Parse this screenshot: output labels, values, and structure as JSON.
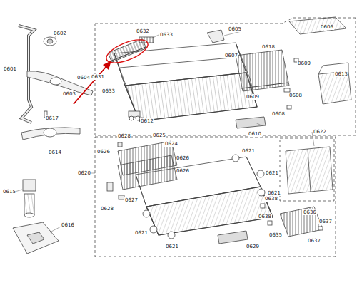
{
  "diagram": {
    "labels": [
      "0602",
      "0601",
      "0603",
      "0617",
      "0614",
      "0615",
      "0616",
      "0604",
      "0632",
      "0633",
      "0631",
      "0633",
      "0605",
      "0606",
      "0607",
      "0618",
      "0609",
      "0613",
      "0609",
      "0608",
      "0608",
      "0612",
      "0610",
      "0622",
      "0620",
      "0628",
      "0625",
      "0626",
      "0624",
      "0626",
      "0626",
      "0627",
      "0628",
      "0621",
      "0621",
      "0621",
      "0621",
      "0621",
      "0629",
      "0638",
      "0636",
      "0638",
      "0637",
      "0635",
      "0637"
    ]
  }
}
